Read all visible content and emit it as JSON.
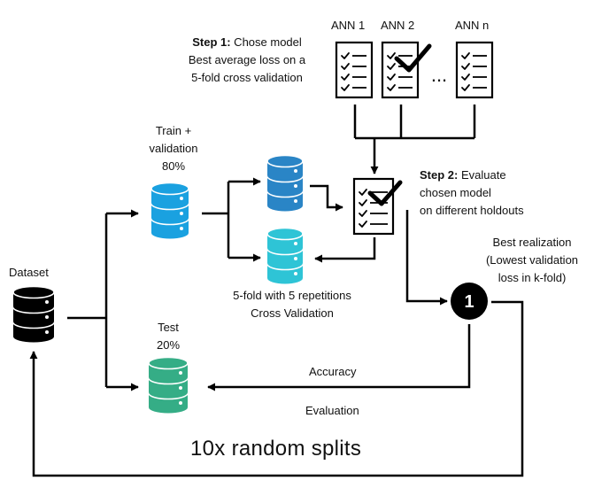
{
  "colors": {
    "dataset": "#000000",
    "train_validation": "#1aa1e0",
    "train_fold": "#2a85c6",
    "validation_fold": "#2ec4d6",
    "test": "#35ad86",
    "arrow": "#000000"
  },
  "icons": {
    "database": "database-icon",
    "checklist": "checklist-icon",
    "checkmark": "checkmark-icon",
    "badge": "number-badge"
  },
  "models": {
    "ann1": "ANN 1",
    "ann2": "ANN 2",
    "ann_n": "ANN n",
    "ellipsis": "..."
  },
  "step1": {
    "prefix": "Step 1:",
    "line1_rest": " Chose model",
    "line2": "Best average loss on a",
    "line3": "5-fold cross validation"
  },
  "step2": {
    "prefix": "Step 2:",
    "line1_rest": " Evaluate",
    "line2": "chosen model",
    "line3": "on different holdouts"
  },
  "train_validation": {
    "line1": "Train +",
    "line2": "validation",
    "line3": "80%"
  },
  "dataset": {
    "label": "Dataset"
  },
  "test": {
    "line1": "Test",
    "line2": "20%"
  },
  "cv": {
    "line1": "5-fold with 5 repetitions",
    "line2": "Cross Validation"
  },
  "best": {
    "line1": "Best realization",
    "line2": "(Lowest validation",
    "line3": "loss in k-fold)",
    "badge": "1"
  },
  "accuracy": {
    "label": "Accuracy"
  },
  "evaluation": {
    "label": "Evaluation"
  },
  "splits": {
    "label": "10x random splits"
  }
}
